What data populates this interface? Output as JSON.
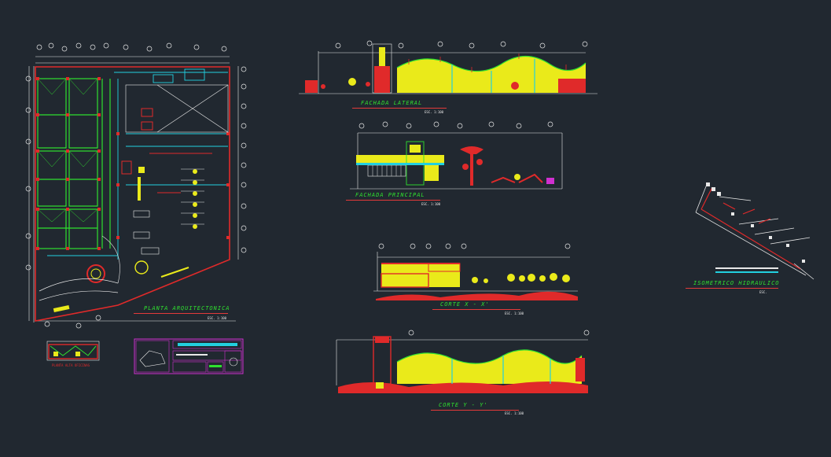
{
  "drawing": {
    "colors": {
      "background": "#212830",
      "wall_red": "#e02a2a",
      "fill_yellow": "#eaea1a",
      "line_green": "#2fe02f",
      "line_cyan": "#22d0e0",
      "line_white": "#e8e8e8",
      "line_magenta": "#d030d0"
    },
    "views": [
      {
        "id": "planta",
        "title": "PLANTA ARQUITECTONICA",
        "scale": "ESC. 1:100"
      },
      {
        "id": "planta-alta",
        "title": "PLANTA ALTA OFICINAS",
        "scale": ""
      },
      {
        "id": "fachada-lateral",
        "title": "FACHADA LATERAL",
        "scale": "ESC. 1:100"
      },
      {
        "id": "fachada-principal",
        "title": "FACHADA PRINCIPAL",
        "scale": "ESC. 1:100"
      },
      {
        "id": "corte-x",
        "title": "CORTE X - X'",
        "scale": "ESC. 1:100"
      },
      {
        "id": "corte-y",
        "title": "CORTE Y - Y'",
        "scale": "ESC. 1:100"
      },
      {
        "id": "isometrico",
        "title": "ISOMETRICO HIDRAULICO",
        "scale": "ESC."
      }
    ]
  }
}
